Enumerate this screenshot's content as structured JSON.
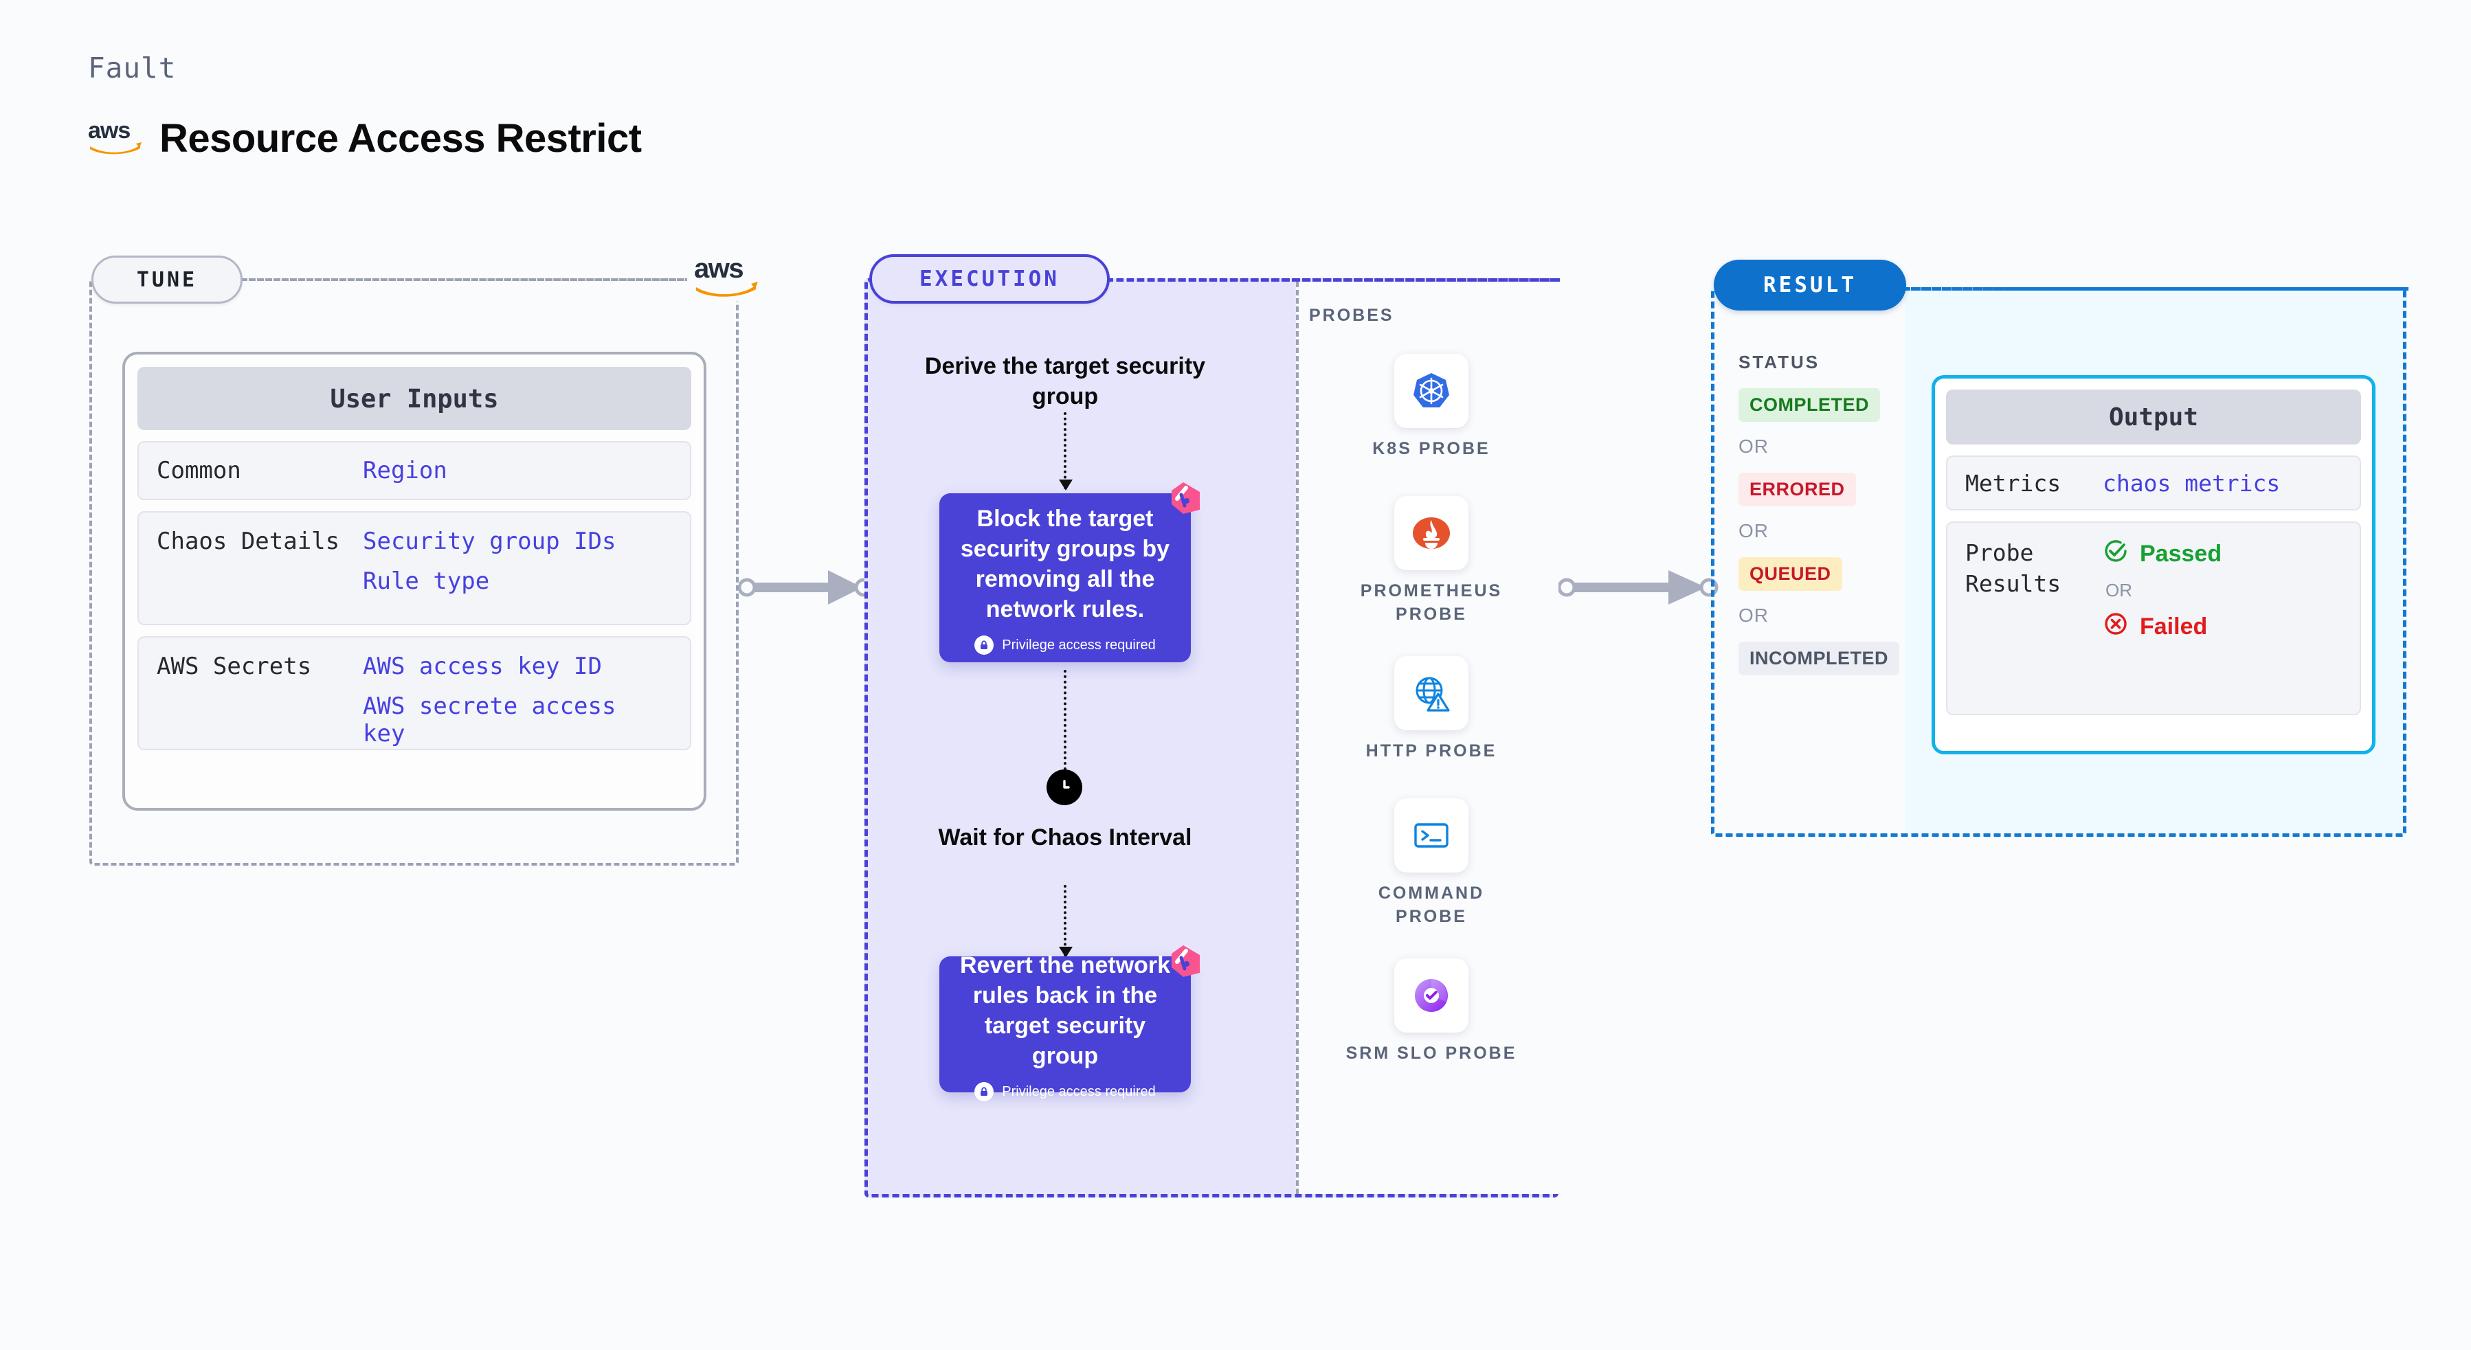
{
  "header": {
    "eyebrow": "Fault",
    "title": "Resource Access Restrict",
    "brand_logo": "aws-logo",
    "brand_text": "aws"
  },
  "tune": {
    "badge": "TUNE",
    "provider_logo": "aws-logo",
    "card": {
      "title": "User Inputs",
      "rows": [
        {
          "key": "Common",
          "values": [
            "Region"
          ]
        },
        {
          "key": "Chaos Details",
          "values": [
            "Security group IDs",
            "Rule type"
          ]
        },
        {
          "key": "AWS Secrets",
          "values": [
            "AWS access key ID",
            "AWS secrete access key"
          ]
        }
      ]
    }
  },
  "execution": {
    "badge": "EXECUTION",
    "steps": {
      "derive_title": "Derive the target security group",
      "block_action": "Block the target security groups by removing all the network rules.",
      "block_privilege": "Privilege access required",
      "wait_title": "Wait for Chaos Interval",
      "revert_action": "Revert the network rules back in the target security group",
      "revert_privilege": "Privilege access required"
    },
    "probes": {
      "title": "PROBES",
      "items": [
        {
          "label": "K8S PROBE",
          "icon": "kubernetes-icon"
        },
        {
          "label": "PROMETHEUS PROBE",
          "icon": "prometheus-icon"
        },
        {
          "label": "HTTP PROBE",
          "icon": "http-globe-warning-icon"
        },
        {
          "label": "COMMAND PROBE",
          "icon": "terminal-icon"
        },
        {
          "label": "SRM SLO PROBE",
          "icon": "srm-slo-icon"
        }
      ]
    }
  },
  "result": {
    "badge": "RESULT",
    "status_title": "STATUS",
    "or_label": "OR",
    "statuses": [
      {
        "label": "COMPLETED",
        "color": "#157a1e",
        "bg": "#def3df"
      },
      {
        "label": "ERRORED",
        "color": "#c7182a",
        "bg": "#fdeaea"
      },
      {
        "label": "QUEUED",
        "color": "#c7182a",
        "bg": "#fdeec2"
      },
      {
        "label": "INCOMPLETED",
        "color": "#4e5566",
        "bg": "#eceef4"
      }
    ],
    "output": {
      "title": "Output",
      "metrics_key": "Metrics",
      "metrics_value": "chaos metrics",
      "probe_results_key": "Probe Results",
      "passed_label": "Passed",
      "failed_label": "Failed",
      "or_label": "OR"
    }
  },
  "colors": {
    "execution_accent": "#4a42d6",
    "execution_bg": "#e6e5fb",
    "result_accent": "#1178d4",
    "result_inner_bg": "#eefaff",
    "output_border": "#12b1e8",
    "tune_border": "#9ba2b3",
    "harness_pink": "#f9548f",
    "passed_green": "#16a132",
    "failed_red": "#e21b1b",
    "value_blue": "#4640e0",
    "page_bg": "#fafbfd"
  }
}
